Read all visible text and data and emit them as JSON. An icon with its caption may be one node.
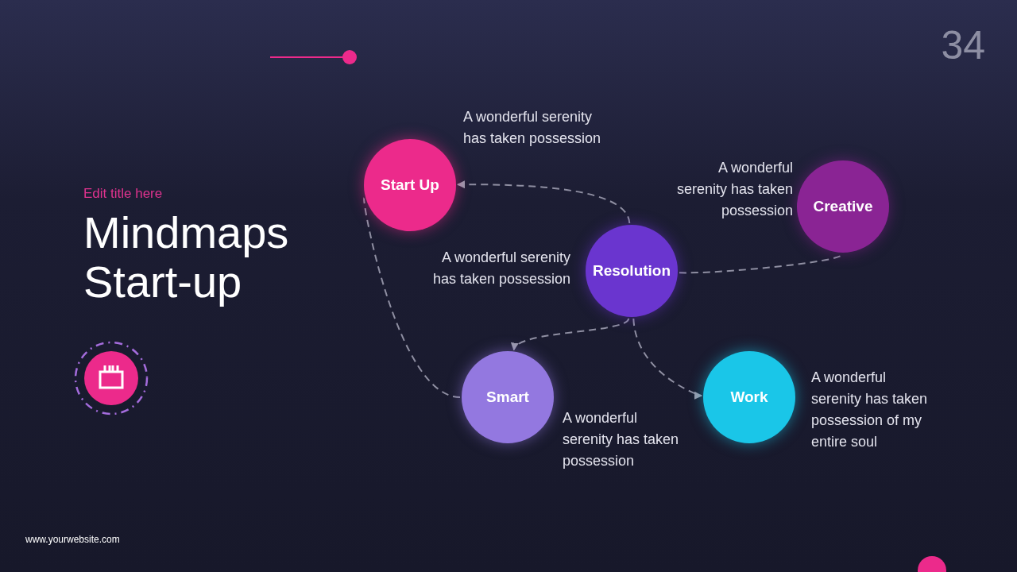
{
  "diagram": {
    "title": "Mindmaps Start-up",
    "nodes": [
      {
        "text": [
          "Start Up"
        ],
        "beside": [
          "A wonderful serenity has taken possession"
        ]
      },
      {
        "text": [
          "Resolution"
        ],
        "beside": [
          "A wonderful serenity has taken possession"
        ]
      },
      {
        "text": [
          "Creative"
        ],
        "beside": [
          "A wonderful serenity has taken possession"
        ]
      },
      {
        "text": [
          "Smart"
        ],
        "beside": [
          "A wonderful serenity has taken possession"
        ]
      },
      {
        "text": [
          "Work"
        ],
        "beside": [
          "A wonderful serenity has taken possession of my entire soul"
        ]
      }
    ],
    "edges": [
      {
        "from": 1,
        "to": 0,
        "arrow": "to",
        "style": "dashed"
      },
      {
        "from": 1,
        "to": 2,
        "arrow": "none",
        "style": "dashed"
      },
      {
        "from": 1,
        "to": 3,
        "arrow": "to",
        "style": "dashed"
      },
      {
        "from": 1,
        "to": 4,
        "arrow": "to",
        "style": "dashed"
      },
      {
        "from": 3,
        "to": 0,
        "arrow": "none",
        "style": "dashed"
      }
    ],
    "labels": [
      "34",
      "Edit title here",
      "www.yourwebsite.com"
    ]
  }
}
